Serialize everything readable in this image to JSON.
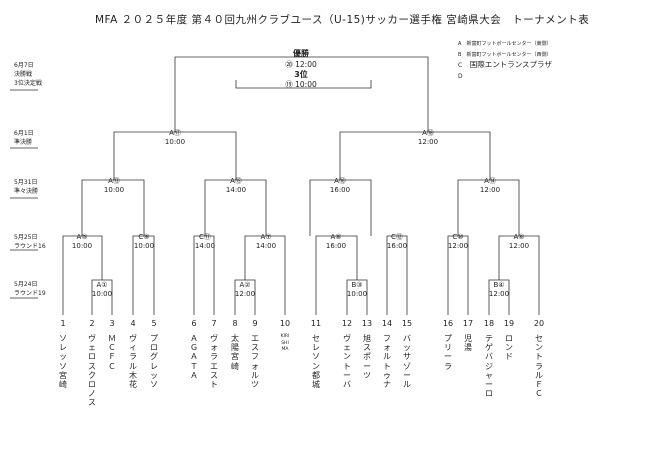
{
  "title": "MFA ２０２５年度 第４０回九州クラブユース（U-15)サッカー選手権 宮崎県大会　トーナメント表",
  "legend": [
    {
      "key": "A",
      "text": "新富町フットボールセンター（東側）"
    },
    {
      "key": "B",
      "text": "新富町フットボールセンター（西側）"
    },
    {
      "key": "C",
      "text": "国際エントランスプラザ"
    },
    {
      "key": "D",
      "text": ""
    }
  ],
  "rounds": [
    {
      "date": "6月7日",
      "name": "決勝戦",
      "extra": "3位決定戦"
    },
    {
      "date": "6月1日",
      "name": "準決勝"
    },
    {
      "date": "5月31日",
      "name": "準々決勝"
    },
    {
      "date": "5月25日",
      "name": "ラウンド16"
    },
    {
      "date": "5月24日",
      "name": "ラウンド19"
    }
  ],
  "final": {
    "title": "優勝",
    "code": "⑳",
    "time": "12:00"
  },
  "third": {
    "title": "3位",
    "code": "⑲",
    "time": "10:00"
  },
  "matches": {
    "sf1": {
      "code": "A⑰",
      "time": "10:00"
    },
    "sf2": {
      "code": "A⑱",
      "time": "12:00"
    },
    "qf1": {
      "code": "A⑬",
      "time": "10:00"
    },
    "qf2": {
      "code": "A⑮",
      "time": "14:00"
    },
    "qf3": {
      "code": "A⑯",
      "time": "16:00"
    },
    "qf4": {
      "code": "A⑭",
      "time": "12:00"
    },
    "r16_1": {
      "code": "A⑤",
      "time": "10:00"
    },
    "r16_2": {
      "code": "C⑨",
      "time": "10:00"
    },
    "r16_3": {
      "code": "C⑪",
      "time": "14:00"
    },
    "r16_4": {
      "code": "A⑦",
      "time": "14:00"
    },
    "r16_5": {
      "code": "A⑧",
      "time": "16:00"
    },
    "r16_6": {
      "code": "C⑫",
      "time": "16:00"
    },
    "r16_7": {
      "code": "C⑩",
      "time": "12:00"
    },
    "r16_8": {
      "code": "A⑥",
      "time": "12:00"
    },
    "r19_1": {
      "code": "A①",
      "time": "10:00"
    },
    "r19_2": {
      "code": "A②",
      "time": "12:00"
    },
    "r19_3": {
      "code": "B③",
      "time": "10:00"
    },
    "r19_4": {
      "code": "B④",
      "time": "12:00"
    }
  },
  "teams": [
    {
      "no": "1",
      "name": "ソレッソ宮崎"
    },
    {
      "no": "2",
      "name": "ヴェロスクロノス"
    },
    {
      "no": "3",
      "name": "ＭＣＦＣ"
    },
    {
      "no": "4",
      "name": "ヴィラル木花"
    },
    {
      "no": "5",
      "name": "プログレッソ"
    },
    {
      "no": "6",
      "name": "ＡＧＡＴＡ"
    },
    {
      "no": "7",
      "name": "ヴォラエスト"
    },
    {
      "no": "8",
      "name": "太陽宮崎"
    },
    {
      "no": "9",
      "name": "エスフォルツ"
    },
    {
      "no": "10",
      "name": "KIRISHIMA"
    },
    {
      "no": "11",
      "name": "セレソン都城"
    },
    {
      "no": "12",
      "name": "ヴェントーバ"
    },
    {
      "no": "13",
      "name": "旭スポーツ"
    },
    {
      "no": "14",
      "name": "フォルトゥナ"
    },
    {
      "no": "15",
      "name": "バッサゾール"
    },
    {
      "no": "16",
      "name": "プリーラ"
    },
    {
      "no": "17",
      "name": "児湯"
    },
    {
      "no": "18",
      "name": "テゲバジャーロ"
    },
    {
      "no": "19",
      "name": "ロンド"
    },
    {
      "no": "20",
      "name": "セントラルＦＣ"
    }
  ]
}
